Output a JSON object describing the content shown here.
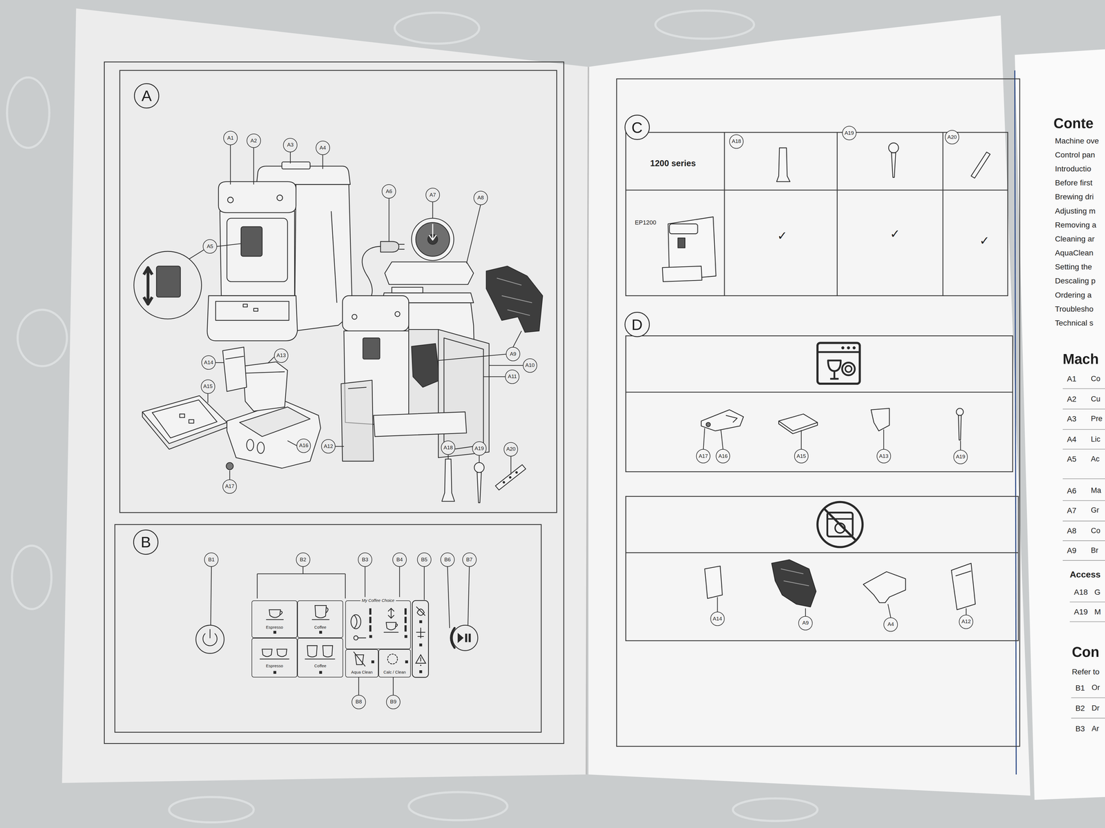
{
  "diagram": {
    "nodes": [
      {
        "text": [
          "A"
        ]
      },
      {
        "text": [
          "A1"
        ]
      },
      {
        "text": [
          "A2"
        ]
      },
      {
        "text": [
          "A3"
        ]
      },
      {
        "text": [
          "A4"
        ]
      },
      {
        "text": [
          "A5"
        ]
      },
      {
        "text": [
          "A6"
        ]
      },
      {
        "text": [
          "A7"
        ]
      },
      {
        "text": [
          "A8"
        ]
      },
      {
        "text": [
          "A9"
        ]
      },
      {
        "text": [
          "A10"
        ]
      },
      {
        "text": [
          "A11"
        ]
      },
      {
        "text": [
          "A12"
        ]
      },
      {
        "text": [
          "A13"
        ]
      },
      {
        "text": [
          "A14"
        ]
      },
      {
        "text": [
          "A15"
        ]
      },
      {
        "text": [
          "A16"
        ]
      },
      {
        "text": [
          "A17"
        ]
      },
      {
        "text": [
          "A18"
        ]
      },
      {
        "text": [
          "A19"
        ]
      },
      {
        "text": [
          "A20"
        ]
      },
      {
        "text": [
          "B"
        ]
      },
      {
        "text": [
          "B1"
        ]
      },
      {
        "text": [
          "B2"
        ]
      },
      {
        "text": [
          "B3"
        ]
      },
      {
        "text": [
          "B4"
        ]
      },
      {
        "text": [
          "B5"
        ]
      },
      {
        "text": [
          "B6"
        ]
      },
      {
        "text": [
          "B7"
        ]
      },
      {
        "text": [
          "Espresso"
        ]
      },
      {
        "text": [
          "Coffee"
        ]
      },
      {
        "text": [
          "Espresso"
        ]
      },
      {
        "text": [
          "Coffee"
        ]
      },
      {
        "text": [
          "My Coffee Choice"
        ]
      },
      {
        "text": [
          "Aqua Clean"
        ]
      },
      {
        "text": [
          "Calc / Clean"
        ]
      },
      {
        "text": [
          "B8"
        ]
      },
      {
        "text": [
          "B9"
        ]
      },
      {
        "text": [
          "C"
        ]
      },
      {
        "text": [
          "A18"
        ]
      },
      {
        "text": [
          "A19"
        ]
      },
      {
        "text": [
          "A20"
        ]
      },
      {
        "text": [
          "D"
        ]
      },
      {
        "text": [
          "A17"
        ]
      },
      {
        "text": [
          "A16"
        ]
      },
      {
        "text": [
          "A15"
        ]
      },
      {
        "text": [
          "A13"
        ]
      },
      {
        "text": [
          "A19"
        ]
      },
      {
        "text": [
          "A14"
        ]
      },
      {
        "text": [
          "A9"
        ]
      },
      {
        "text": [
          "A4"
        ]
      },
      {
        "text": [
          "A12"
        ]
      }
    ],
    "labels": [
      "1200 series",
      "EP1200",
      "✓",
      "✓",
      "✓",
      "Conte",
      "Machine ove",
      "Control pan",
      "Introductio",
      "Before first",
      "Brewing dri",
      "Adjusting m",
      "Removing a",
      "Cleaning ar",
      "AquaClean",
      "Setting the",
      "Descaling p",
      "Ordering a",
      "Troublesho",
      "Technical s",
      "Mach",
      "A1",
      "Co",
      "A2",
      "Cu",
      "A3",
      "Pre",
      "A4",
      "Lic",
      "A5",
      "Ac",
      "A6",
      "Ma",
      "A7",
      "Gr",
      "A8",
      "Co",
      "A9",
      "Br",
      "Access",
      "A18",
      "G",
      "A19",
      "M",
      "Con",
      "Refer to",
      "B1",
      "Or",
      "B2",
      "Dr",
      "B3",
      "Ar"
    ]
  }
}
